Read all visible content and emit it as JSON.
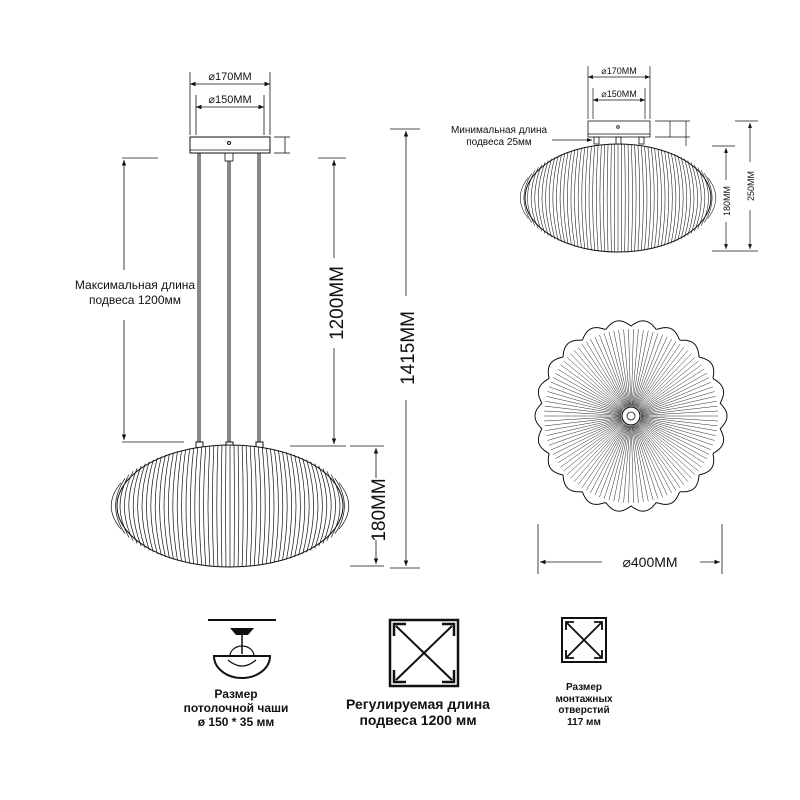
{
  "dimensions": {
    "d170_main": "⌀170MM",
    "d150_main": "⌀150MM",
    "h1200": "1200MM",
    "h1415": "1415MM",
    "h180_main": "180MM",
    "d170_small": "⌀170MM",
    "d150_small": "⌀150MM",
    "h180_small": "180MM",
    "h250_small": "250MM",
    "d400": "⌀400MM"
  },
  "notes": {
    "max_length_line1": "Максимальная длина",
    "max_length_line2": "подвеса 1200мм",
    "min_length_line1": "Минимальная длина",
    "min_length_line2": "подвеса 25мм"
  },
  "captions": {
    "bowl_line1": "Размер",
    "bowl_line2": "потолочной чаши",
    "bowl_line3": "ø 150 * 35 мм",
    "adjust_line1": "Регулируемая длина",
    "adjust_line2": "подвеса 1200 мм",
    "holes_line1": "Размер",
    "holes_line2": "монтажных",
    "holes_line3": "отверстий",
    "holes_line4": "117 мм"
  }
}
